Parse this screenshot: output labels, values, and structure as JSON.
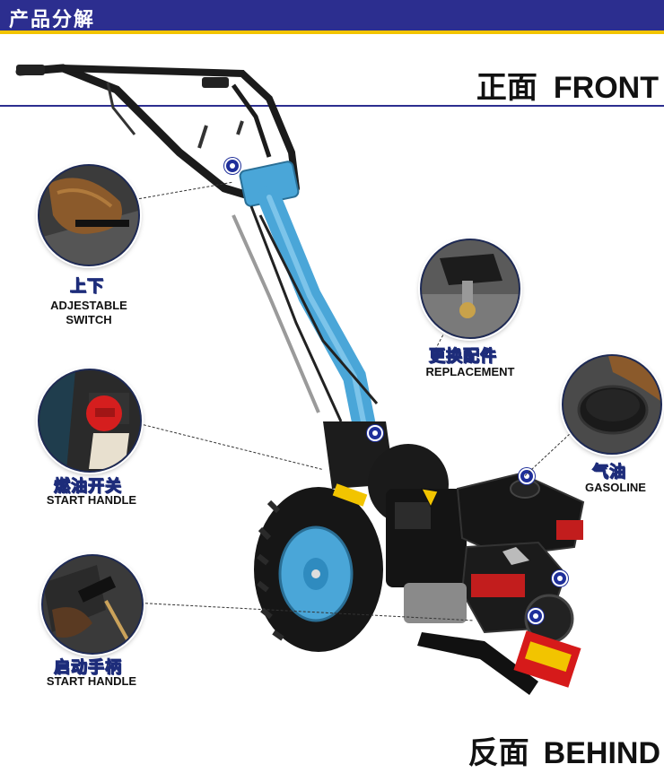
{
  "header": {
    "title": "产品分解"
  },
  "front": {
    "cn": "正面",
    "en": "FRONT"
  },
  "behind": {
    "cn": "反面",
    "en": "BEHIND"
  },
  "colors": {
    "brand_blue": "#2c2e8f",
    "accent_yellow": "#f2c400",
    "machine_blue": "#4aa6d8",
    "label_yellow": "#f7d21b"
  },
  "callouts": [
    {
      "cn": "上下",
      "en1": "ADJESTABLE",
      "en2": "SWITCH"
    },
    {
      "cn": "更换配件",
      "en1": "REPLACEMENT"
    },
    {
      "cn": "燃油开关",
      "en1": "START HANDLE"
    },
    {
      "cn": "气油",
      "en1": "GASOLINE"
    },
    {
      "cn": "启动手柄",
      "en1": "START HANDLE"
    }
  ]
}
